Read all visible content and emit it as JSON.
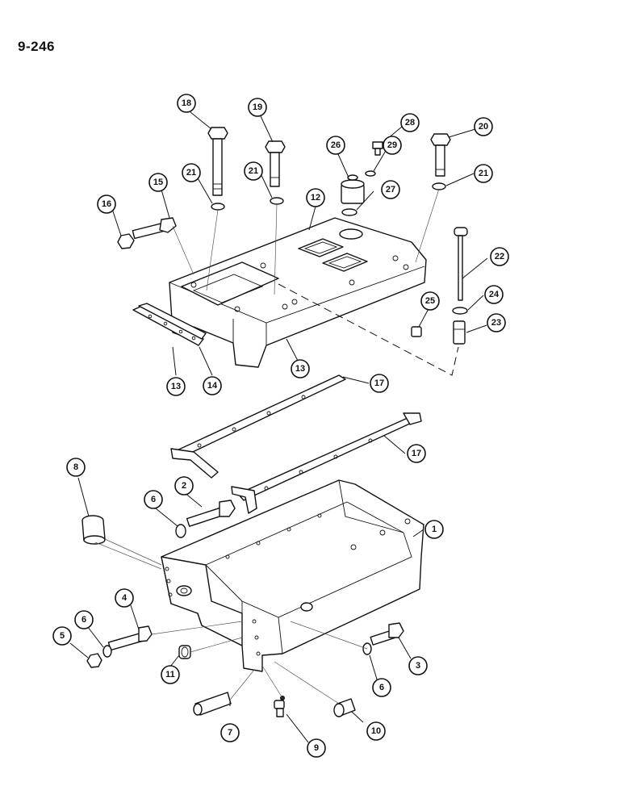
{
  "page": {
    "number": "9-246"
  },
  "callouts": [
    {
      "id": "c18",
      "label": "18"
    },
    {
      "id": "c19",
      "label": "19"
    },
    {
      "id": "c28",
      "label": "28"
    },
    {
      "id": "c20",
      "label": "20"
    },
    {
      "id": "c26",
      "label": "26"
    },
    {
      "id": "c29",
      "label": "29"
    },
    {
      "id": "c21a",
      "label": "21"
    },
    {
      "id": "c21b",
      "label": "21"
    },
    {
      "id": "c21c",
      "label": "21"
    },
    {
      "id": "c15",
      "label": "15"
    },
    {
      "id": "c16",
      "label": "16"
    },
    {
      "id": "c12",
      "label": "12"
    },
    {
      "id": "c27",
      "label": "27"
    },
    {
      "id": "c22",
      "label": "22"
    },
    {
      "id": "c24",
      "label": "24"
    },
    {
      "id": "c25",
      "label": "25"
    },
    {
      "id": "c23",
      "label": "23"
    },
    {
      "id": "c13a",
      "label": "13"
    },
    {
      "id": "c14",
      "label": "14"
    },
    {
      "id": "c13b",
      "label": "13"
    },
    {
      "id": "c17a",
      "label": "17"
    },
    {
      "id": "c17b",
      "label": "17"
    },
    {
      "id": "c8",
      "label": "8"
    },
    {
      "id": "c2",
      "label": "2"
    },
    {
      "id": "c6a",
      "label": "6"
    },
    {
      "id": "c1",
      "label": "1"
    },
    {
      "id": "c4",
      "label": "4"
    },
    {
      "id": "c6b",
      "label": "6"
    },
    {
      "id": "c5",
      "label": "5"
    },
    {
      "id": "c11",
      "label": "11"
    },
    {
      "id": "c3",
      "label": "3"
    },
    {
      "id": "c6c",
      "label": "6"
    },
    {
      "id": "c7",
      "label": "7"
    },
    {
      "id": "c10",
      "label": "10"
    },
    {
      "id": "c9",
      "label": "9"
    }
  ]
}
